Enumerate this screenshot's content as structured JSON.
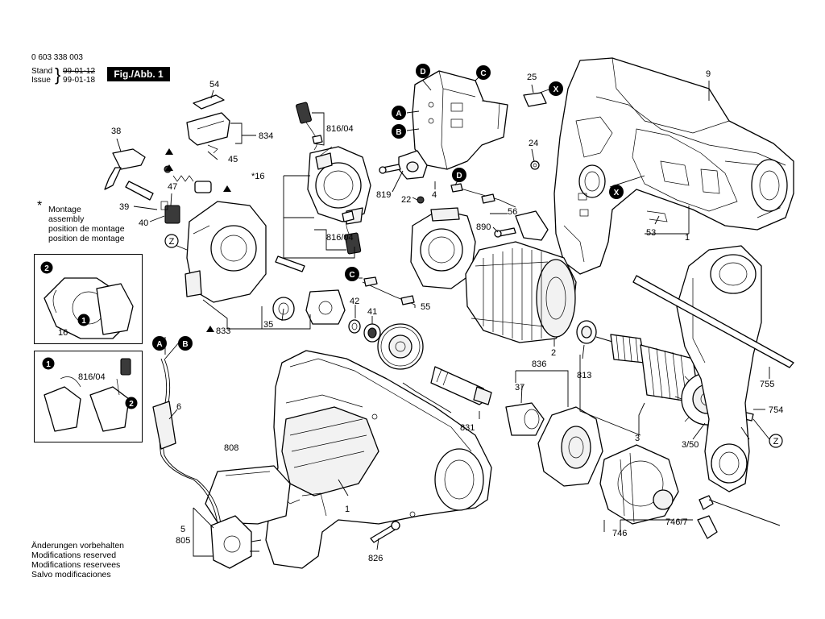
{
  "header": {
    "doc_number": "0 603 338 003",
    "stand_label": "Stand",
    "issue_label": "Issue",
    "stand_date": "99-01-12",
    "issue_date": "99-01-18",
    "figure_label": "Fig./Abb. 1"
  },
  "assembly_note": {
    "star": "*",
    "lines": [
      "Montage",
      "assembly",
      "position de montage",
      "position de montage"
    ]
  },
  "footer_note": {
    "lines": [
      "Änderungen vorbehalten",
      "Modifications reserved",
      "Modifications reservees",
      "Salvo modificaciones"
    ]
  },
  "callouts": {
    "A": "A",
    "B": "B",
    "C": "C",
    "D": "D",
    "X": "X",
    "Z": "Z",
    "one": "1",
    "two": "2"
  },
  "part_labels": {
    "p54": "54",
    "p834": "834",
    "p45": "45",
    "p38": "38",
    "p47": "47",
    "p16": "16",
    "p16star": "*16",
    "p816_04a": "816/04",
    "p816_04b": "816/04",
    "p816_04c": "816/04",
    "p39": "39",
    "p40": "40",
    "p833": "833",
    "p35": "35",
    "p42": "42",
    "p41": "41",
    "p55": "55",
    "p819": "819",
    "p22": "22",
    "p4": "4",
    "p56": "56",
    "p890": "890",
    "p25": "25",
    "p24": "24",
    "p9": "9",
    "p53": "53",
    "p1a": "1",
    "p1b": "1",
    "p2": "2",
    "p813": "813",
    "p836": "836",
    "p37": "37",
    "p831": "831",
    "p3": "3",
    "p3_50": "3/50",
    "p755": "755",
    "p754": "754",
    "p746": "746",
    "p746_7": "746/7",
    "p6": "6",
    "p808": "808",
    "p5": "5",
    "p805": "805",
    "p826": "826",
    "p16inset": "16"
  }
}
